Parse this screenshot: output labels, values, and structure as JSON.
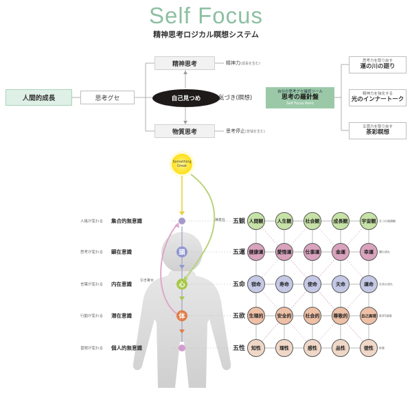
{
  "header": {
    "title": "Self Focus",
    "subtitle": "精神思考ロジカル瞑想システム"
  },
  "top": {
    "jinkaku": "人間的成長",
    "shikoguse": "思考グセ",
    "center": "自己見つめ",
    "kizuki": "気づき(瞑想)",
    "seishin": "精神思考",
    "busshitsu": "物質思考",
    "seishinryoku_main": "精神力",
    "seishinryoku_sub": "(成長を生む)",
    "shiko_teishi_main": "思考停止",
    "shiko_teishi_sub": "(苦悩を生む)",
    "tool": {
      "small": "自分の思考グセ確認ツール",
      "main": "思考の羅針盤",
      "en": "Self Focus Point"
    },
    "right": [
      {
        "small": "思考力を取り戻す",
        "main": "運の川の廻り"
      },
      {
        "small": "精神力を強化する",
        "main": "光のインナートーク"
      },
      {
        "small": "五感力を取り戻す",
        "main": "茶彩瞑想"
      }
    ]
  },
  "figure": {
    "sun": [
      "Something",
      "Great"
    ],
    "chakras": [
      "頭",
      "心",
      "体"
    ],
    "shinkai": "神意在",
    "hikiyose": "引き寄せ"
  },
  "levels": [
    {
      "change": "人格が変わる",
      "name": "集合的無意識",
      "group": "五観"
    },
    {
      "change": "思考が変わる",
      "name": "顕在意識",
      "group": "五運"
    },
    {
      "change": "言葉が変わる",
      "name": "内在意識",
      "group": "五命"
    },
    {
      "change": "行動が変わる",
      "name": "潜在意識",
      "group": "五欲"
    },
    {
      "change": "習慣が変わる",
      "name": "個人的無意識",
      "group": "五性"
    }
  ],
  "grid": [
    [
      "人間観",
      "人生観",
      "社会観",
      "成長観",
      "宇宙観"
    ],
    [
      "健康運",
      "愛情運",
      "仕事運",
      "金運",
      "幸運"
    ],
    [
      "宿命",
      "寿命",
      "使命",
      "天命",
      "運命"
    ],
    [
      "生理的",
      "安全的",
      "社会的",
      "尊敬的",
      "自己実現"
    ],
    [
      "知性",
      "理性",
      "感性",
      "品性",
      "徳性"
    ]
  ],
  "grid_right_notes": [
    "五つの価値観",
    "運の流れ",
    "生命の流れ",
    "欲求5段階",
    "性質"
  ],
  "colors": {
    "accent": "#8cbfa2",
    "row": [
      "#c7e2a7",
      "#d9a3bd",
      "#c5c9e6",
      "#eec0a6",
      "#f0d8c8"
    ],
    "chakra": [
      "#8f97cf",
      "#a8c84a",
      "#e07e4a"
    ]
  }
}
